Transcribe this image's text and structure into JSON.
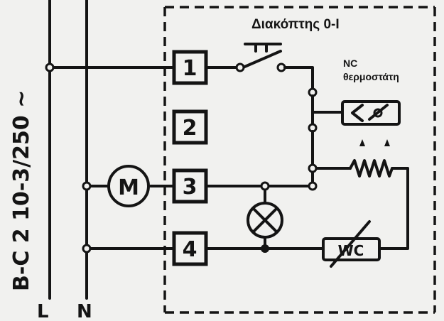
{
  "labels": {
    "switch_label": "Διακόπτης 0-Ι",
    "thermostat_label_line1": "NC",
    "thermostat_label_line2": "θερμοστάτη",
    "model_marking": "B-C 2  10-3/250 ~",
    "line_L": "L",
    "line_N": "N",
    "motor": "M",
    "bimetal_text": "WC"
  },
  "terminals": [
    {
      "id": "1",
      "label": "1"
    },
    {
      "id": "2",
      "label": "2"
    },
    {
      "id": "3",
      "label": "3"
    },
    {
      "id": "4",
      "label": "4"
    }
  ]
}
